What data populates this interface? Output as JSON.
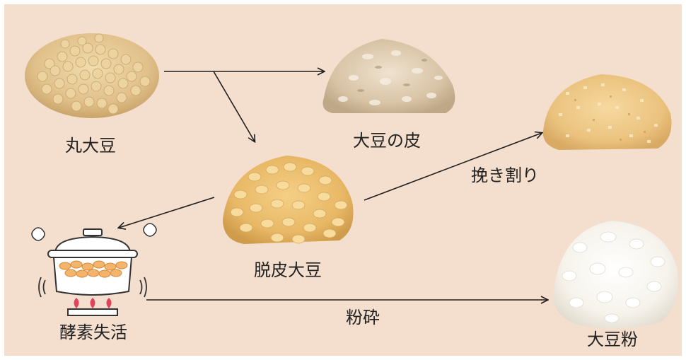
{
  "nodes": {
    "whole_soybean": {
      "label": "丸大豆",
      "icon": "whole-soybeans-pile"
    },
    "soybean_skin": {
      "label": "大豆の皮",
      "icon": "soybean-hulls-pile"
    },
    "dehulled_soybean": {
      "label": "脱皮大豆",
      "icon": "split-soybeans-pile"
    },
    "grits": {
      "label": "",
      "icon": "soybean-grits-pile"
    },
    "enzyme_inactivation": {
      "label": "酵素失活",
      "icon": "steam-pot-on-stove"
    },
    "soy_flour": {
      "label": "大豆粉",
      "icon": "soy-flour-pile"
    }
  },
  "edges": {
    "grinding_coarse": {
      "label": "挽き割り"
    },
    "pulverize": {
      "label": "粉砕"
    }
  },
  "colors": {
    "background": "#f4decd",
    "arrow": "#1f1f1f",
    "flame": "#e0435a",
    "bean": "#f0c27a"
  }
}
